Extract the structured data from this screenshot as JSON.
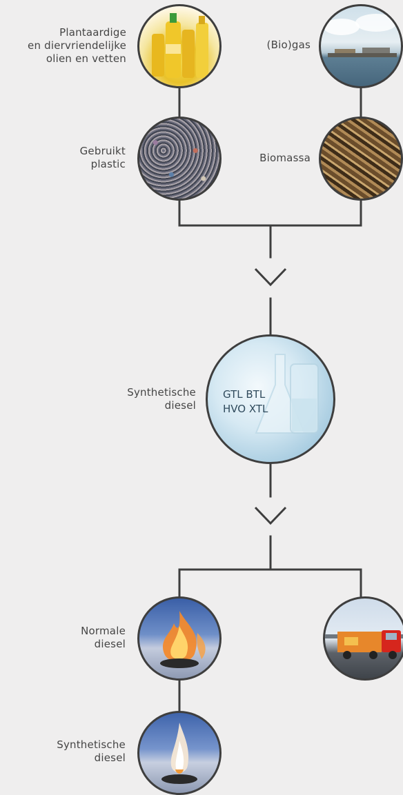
{
  "nodes": {
    "oils": {
      "label_lines": [
        "Plantaardige",
        "en diervriendelijke",
        "olien en vetten"
      ]
    },
    "biogas": {
      "label_lines": [
        "(Bio)gas"
      ]
    },
    "plastic": {
      "label_lines": [
        "Gebruikt",
        "plastic"
      ]
    },
    "biomass": {
      "label_lines": [
        "Biomassa"
      ]
    },
    "synthetic": {
      "label_lines": [
        "Synthetische",
        "diesel"
      ],
      "inner_lines": [
        "GTL BTL",
        "HVO XTL"
      ]
    },
    "normal_diesel": {
      "label_lines": [
        "Normale",
        "diesel"
      ]
    },
    "truck": {
      "label_lines": []
    },
    "synthetic_flame": {
      "label_lines": [
        "Synthetische",
        "diesel"
      ]
    }
  },
  "colors": {
    "line": "#3e3e3e",
    "background": "#efeeee"
  }
}
